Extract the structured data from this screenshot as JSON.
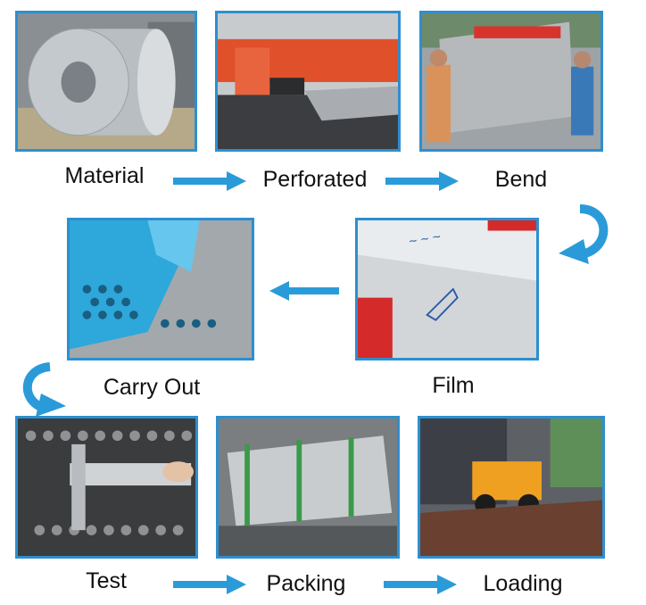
{
  "steps": [
    {
      "label": "Material"
    },
    {
      "label": "Perforated"
    },
    {
      "label": "Bend"
    },
    {
      "label": "Film"
    },
    {
      "label": "Carry Out"
    },
    {
      "label": "Test"
    },
    {
      "label": "Packing"
    },
    {
      "label": "Loading"
    }
  ],
  "colors": {
    "border": "#2d8fd0",
    "arrow": "#2a9bd8"
  },
  "icons": [
    "arrow-right-icon",
    "arrow-left-icon",
    "curved-arrow-down-icon"
  ]
}
